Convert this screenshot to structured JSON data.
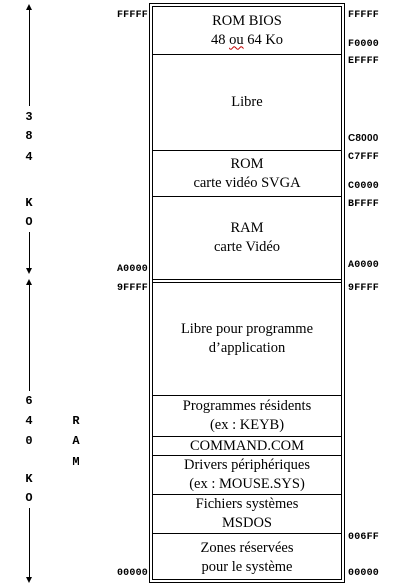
{
  "segments": [
    {
      "line1": "ROM  BIOS",
      "line2_pre": "48 ",
      "line2_mark": "ou",
      "line2_post": " 64 Ko"
    },
    {
      "line1": "Libre"
    },
    {
      "line1": "ROM",
      "line2": "carte vidéo SVGA"
    },
    {
      "line1": "RAM",
      "line2": "carte Vidéo"
    },
    {
      "line1": "Libre pour programme",
      "line2": "d’application"
    },
    {
      "line1": "Programmes résidents",
      "line2": "(ex : KEYB)"
    },
    {
      "line1": "COMMAND.COM"
    },
    {
      "line1": "Drivers périphériques",
      "line2": "(ex : MOUSE.SYS)"
    },
    {
      "line1": "Fichiers systèmes",
      "line2": "MSDOS"
    },
    {
      "line1": "Zones réservées",
      "line2": "pour le système"
    }
  ],
  "left_addresses": {
    "top": "FFFFF",
    "a0000": "A0000",
    "9ffff": "9FFFF",
    "bottom": "00000"
  },
  "right_addresses": {
    "top": "FFFFF",
    "f0000": "F0000",
    "effff": "EFFFF",
    "c8000": "C8000",
    "c7fff": "C7FFF",
    "c0000": "C0000",
    "bffff": "BFFFF",
    "a0000": "A0000",
    "9ffff": "9FFFF",
    "006ff": "006FF",
    "bottom": "00000"
  },
  "upper_size_label": [
    "3",
    "8",
    "4",
    "",
    "K",
    "O"
  ],
  "lower_size_label": [
    "6",
    "4",
    "0",
    "",
    "K",
    "O"
  ],
  "ram_label": [
    "R",
    "A",
    "M"
  ]
}
